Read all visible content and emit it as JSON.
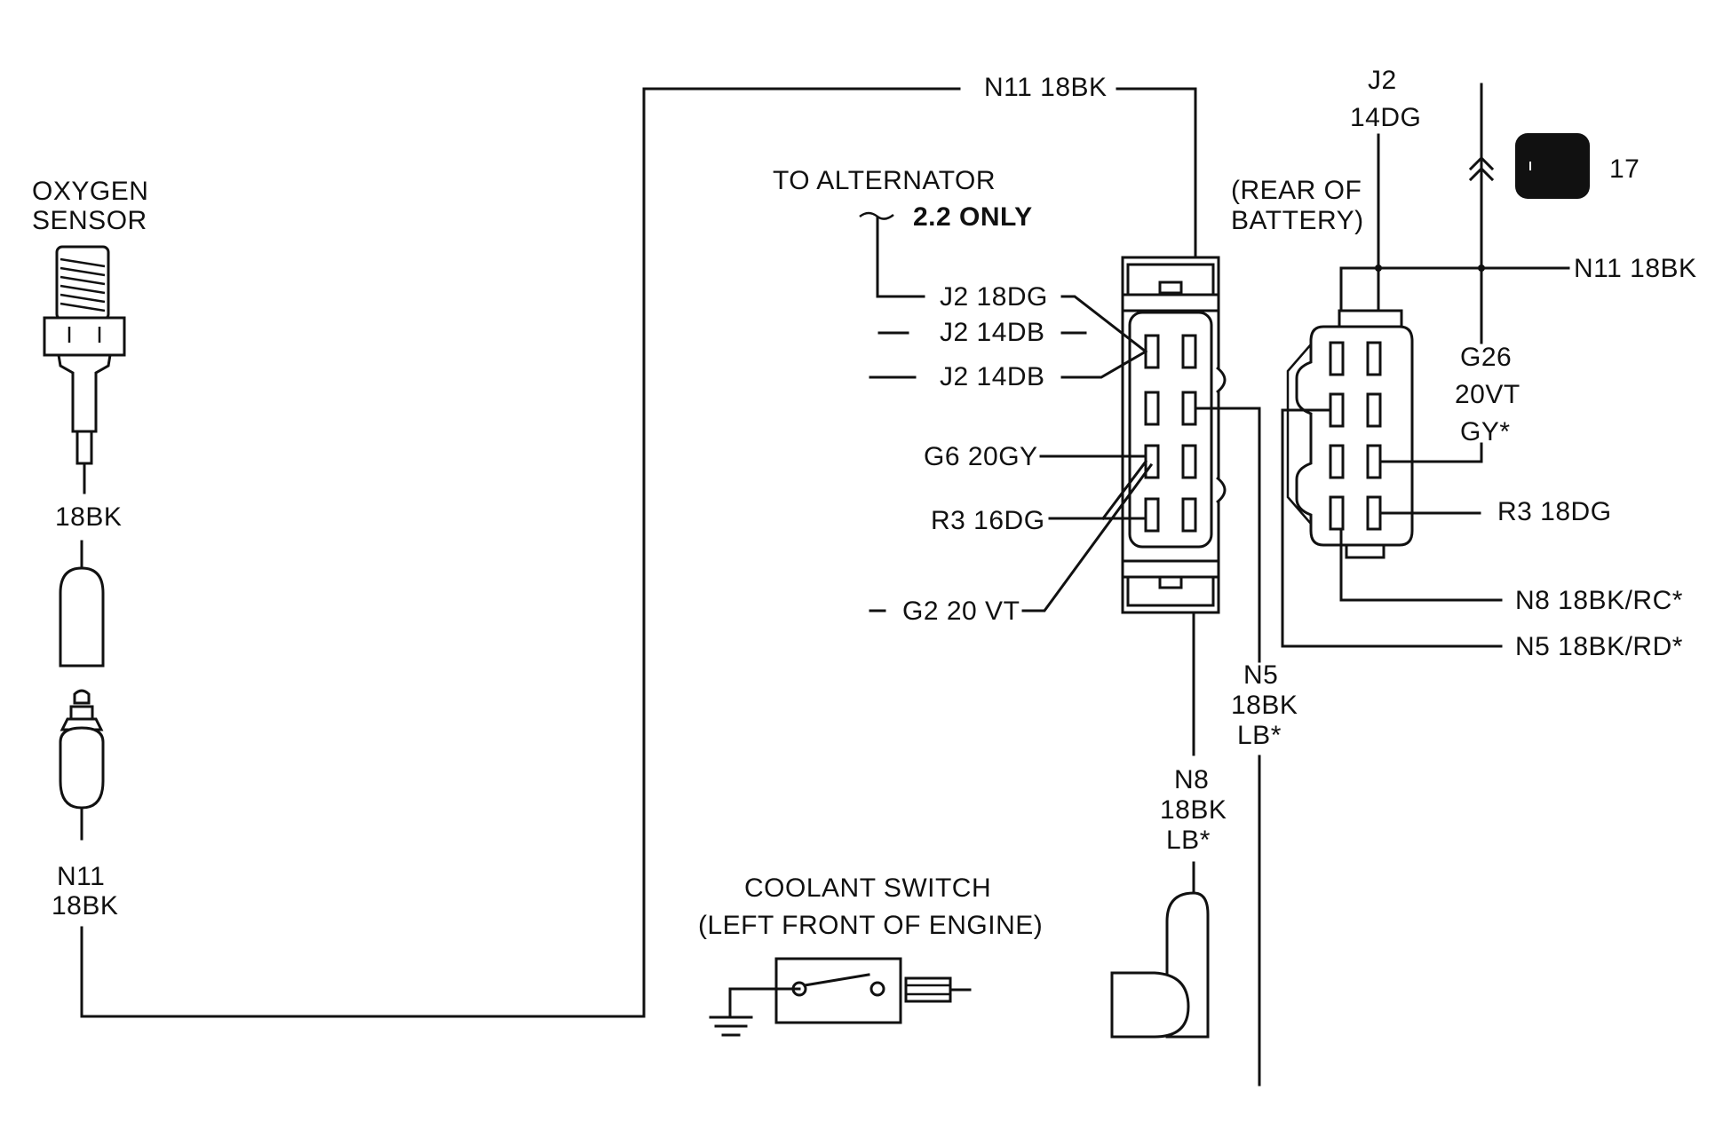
{
  "labels": {
    "oxygen_sensor_line1": "OXYGEN",
    "oxygen_sensor_line2": "SENSOR",
    "sensor_wire": "18BK",
    "n11_left_line1": "N11",
    "n11_left_line2": "18BK",
    "n11_top": "N11 18BK",
    "to_alternator": "TO ALTERNATOR",
    "only_22": "2.2 ONLY",
    "j2_18dg": "J2 18DG",
    "j2_14db_a": "J2 14DB",
    "j2_14db_b": "J2 14DB",
    "g6_20gy": "G6 20GY",
    "r3_16dg": "R3 16DG",
    "g2_20vt": "G2 20 VT",
    "rear_of_battery_line1": "(REAR OF",
    "rear_of_battery_line2": "BATTERY)",
    "j2_top_line1": "J2",
    "j2_top_line2": "14DG",
    "ref_number": "17",
    "n11_right": "N11    18BK",
    "g26_line1": "G26",
    "g26_line2": "20VT",
    "g26_line3": "GY*",
    "r3_18dg": "R3 18DG",
    "n8_rc": "N8 18BK/RC*",
    "n5_rd": "N5 18BK/RD*",
    "n5_line1": "N5",
    "n5_line2": "18BK",
    "n5_line3": "LB*",
    "n8_line1": "N8",
    "n8_line2": "18BK",
    "n8_line3": "LB*",
    "coolant_line1": "COOLANT SWITCH",
    "coolant_line2": "(LEFT FRONT OF ENGINE)"
  }
}
